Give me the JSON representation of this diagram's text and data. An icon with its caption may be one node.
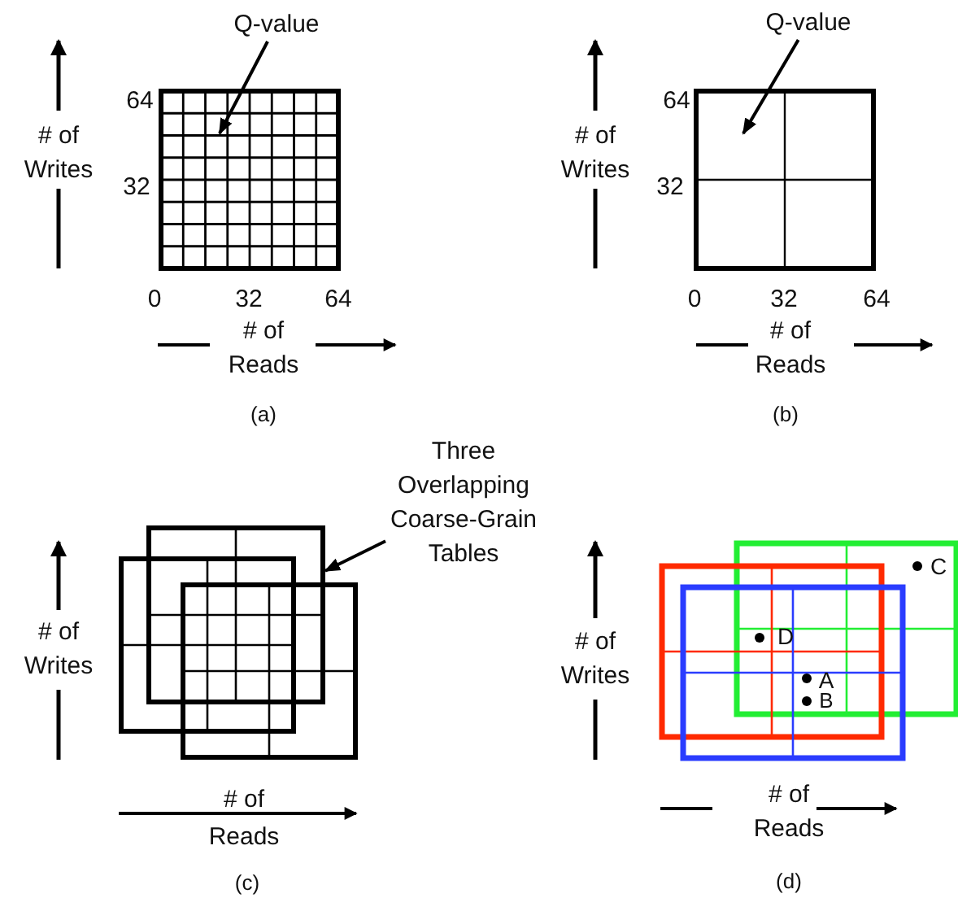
{
  "diagram": {
    "nodes": [
      {
        "text": [
          "Q-value"
        ]
      },
      {
        "text": [
          "Q-value"
        ]
      },
      {
        "text": [
          "Three Overlapping Coarse-Grain Tables"
        ]
      },
      {
        "text": [],
        "shape": "box"
      },
      {
        "text": [],
        "shape": "box"
      },
      {
        "text": [],
        "shape": "box"
      }
    ],
    "edges": [
      {
        "from": 0,
        "to": null,
        "arrow": "to"
      },
      {
        "from": 1,
        "to": null,
        "arrow": "to"
      },
      {
        "from": 2,
        "to": 3,
        "arrow": "to"
      }
    ],
    "labels": [
      "# of Writes",
      "64",
      "32",
      "0",
      "32",
      "64",
      "# of Reads",
      "(a)",
      "# of Writes",
      "64",
      "32",
      "0",
      "32",
      "64",
      "# of Reads",
      "(b)",
      "# of Writes",
      "# of Reads",
      "(c)",
      "C",
      "D",
      "# of Writes",
      "A",
      "B",
      "# of Reads",
      "(d)"
    ]
  }
}
